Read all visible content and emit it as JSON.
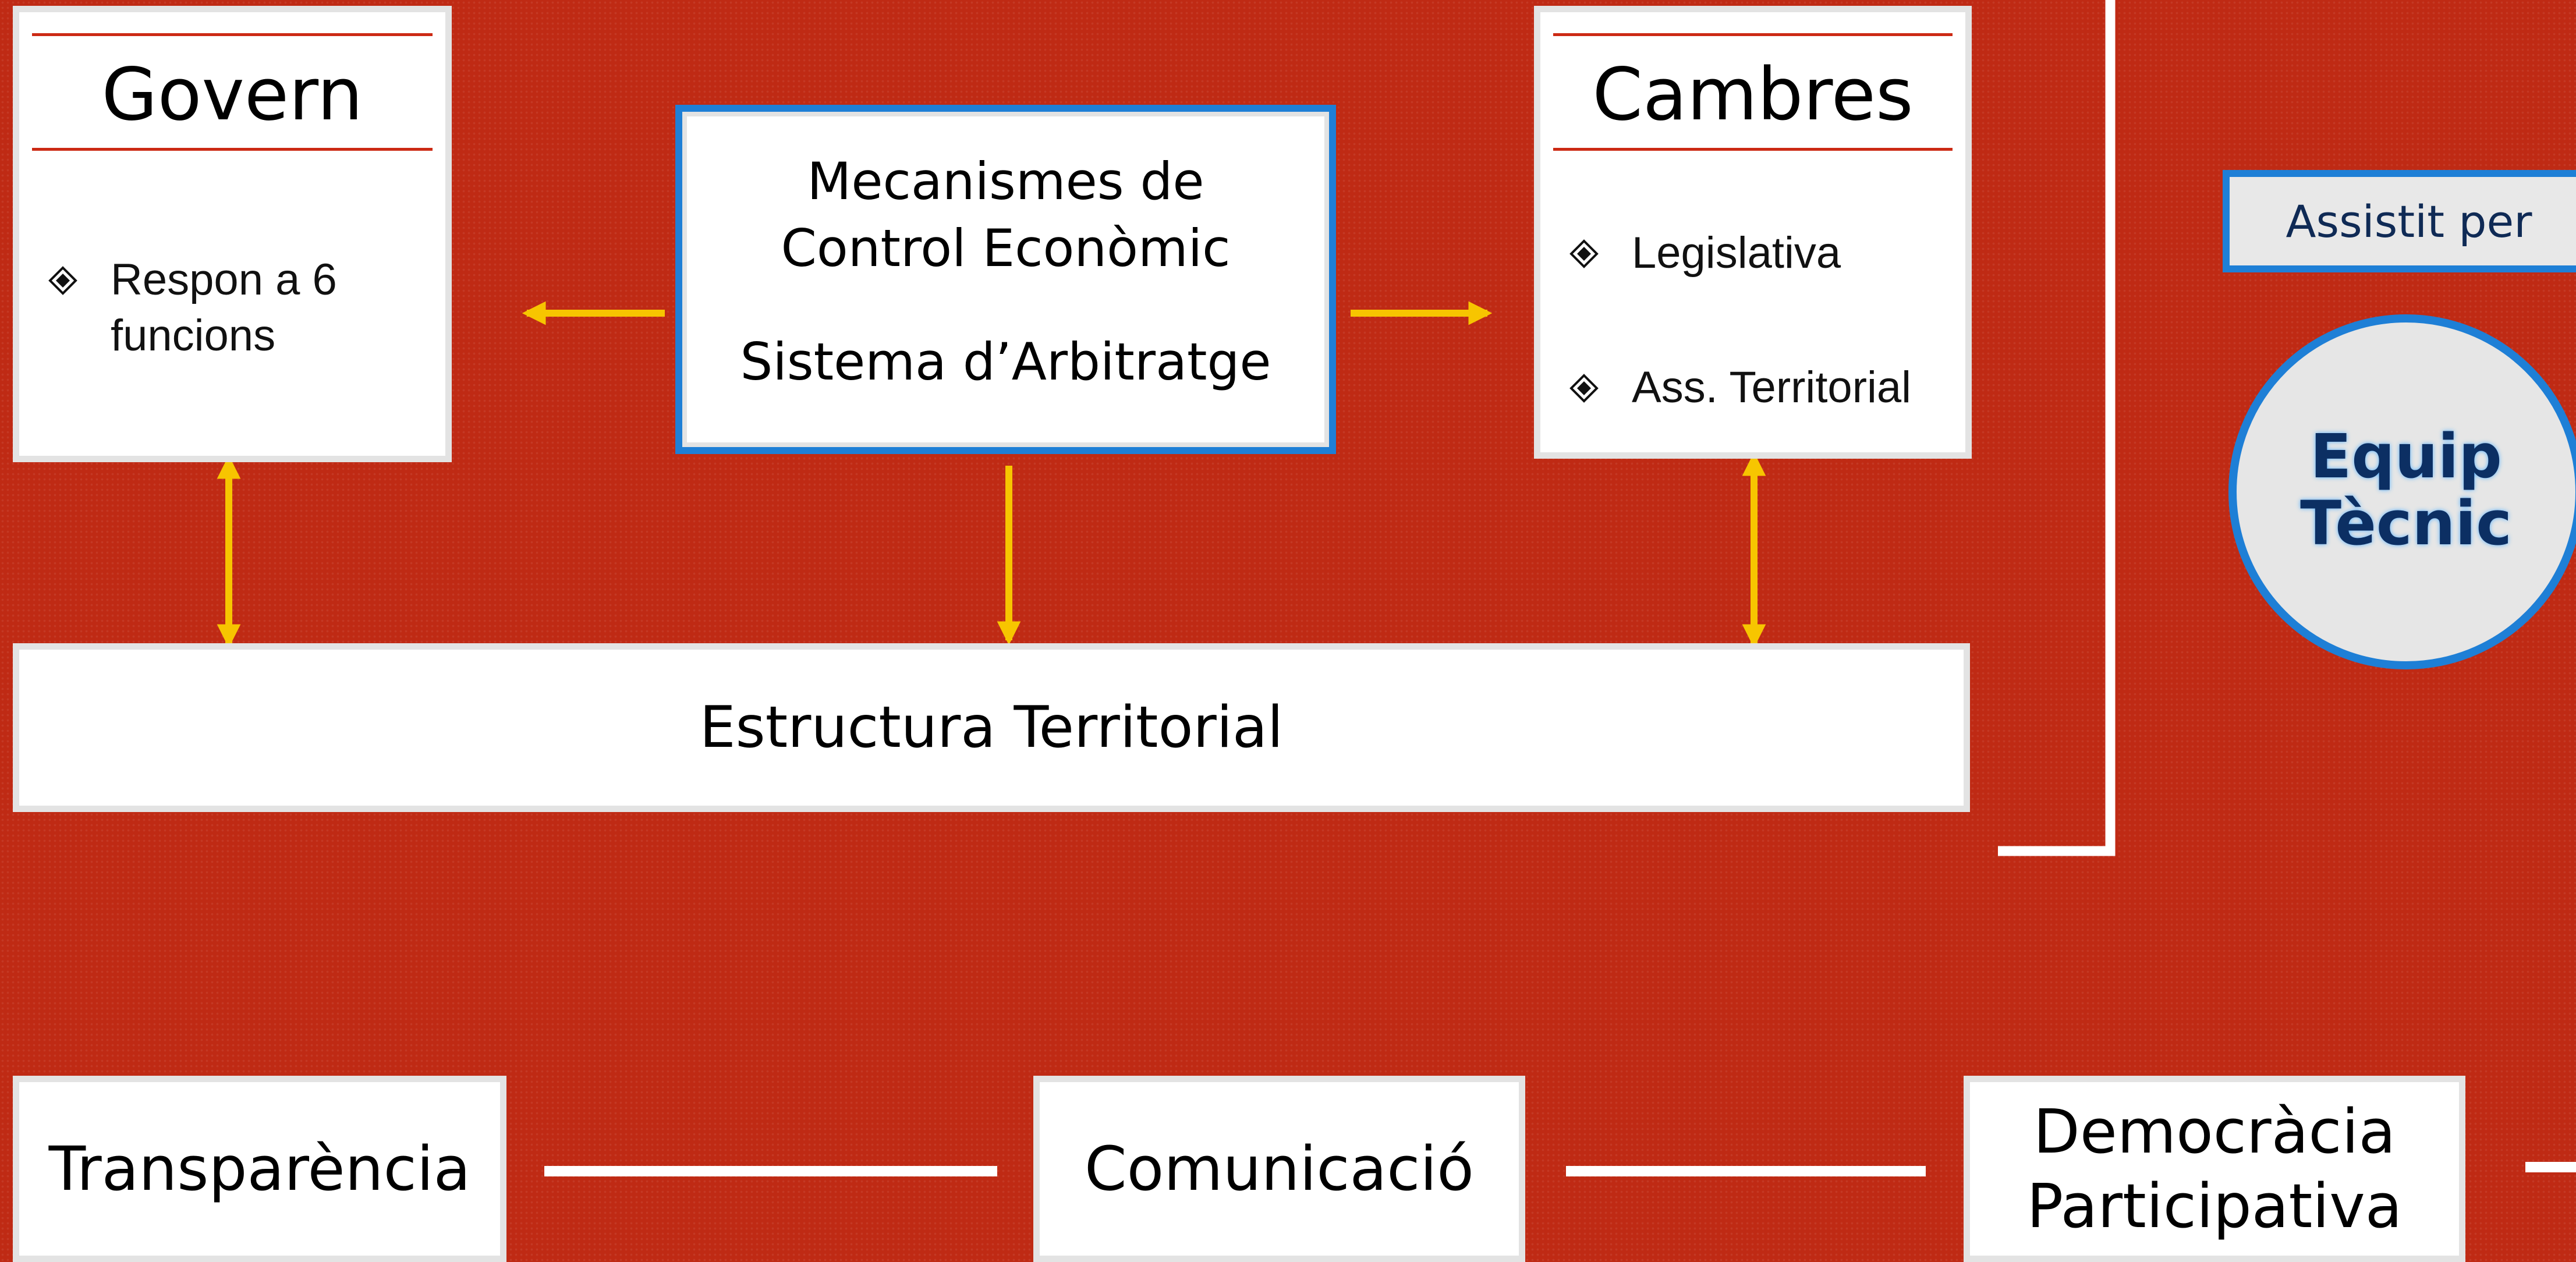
{
  "govern": {
    "title": "Govern",
    "items": [
      "Respon a 6 funcions"
    ]
  },
  "mecanismes": {
    "line1": "Mecanismes de",
    "line2": "Control Econòmic",
    "line3": "Sistema d’Arbitratge"
  },
  "cambres": {
    "title": "Cambres",
    "items": [
      "Legislativa",
      "Ass. Territorial"
    ]
  },
  "estructura": {
    "label": "Estructura Territorial"
  },
  "assistit": {
    "label": "Assistit per"
  },
  "equip": {
    "line1": "Equip",
    "line2": "Tècnic"
  },
  "bottom": {
    "items": [
      "Transparència",
      "Comunicació",
      "Democràcia Participativa"
    ]
  },
  "colors": {
    "background": "#bf2a14",
    "arrow": "#f7c500",
    "accent_blue": "#1e7fd6",
    "rule_red": "#cc2a14",
    "card_border": "#e3e3e3"
  },
  "icons": {
    "bullet": "diamond-bullet-icon"
  }
}
